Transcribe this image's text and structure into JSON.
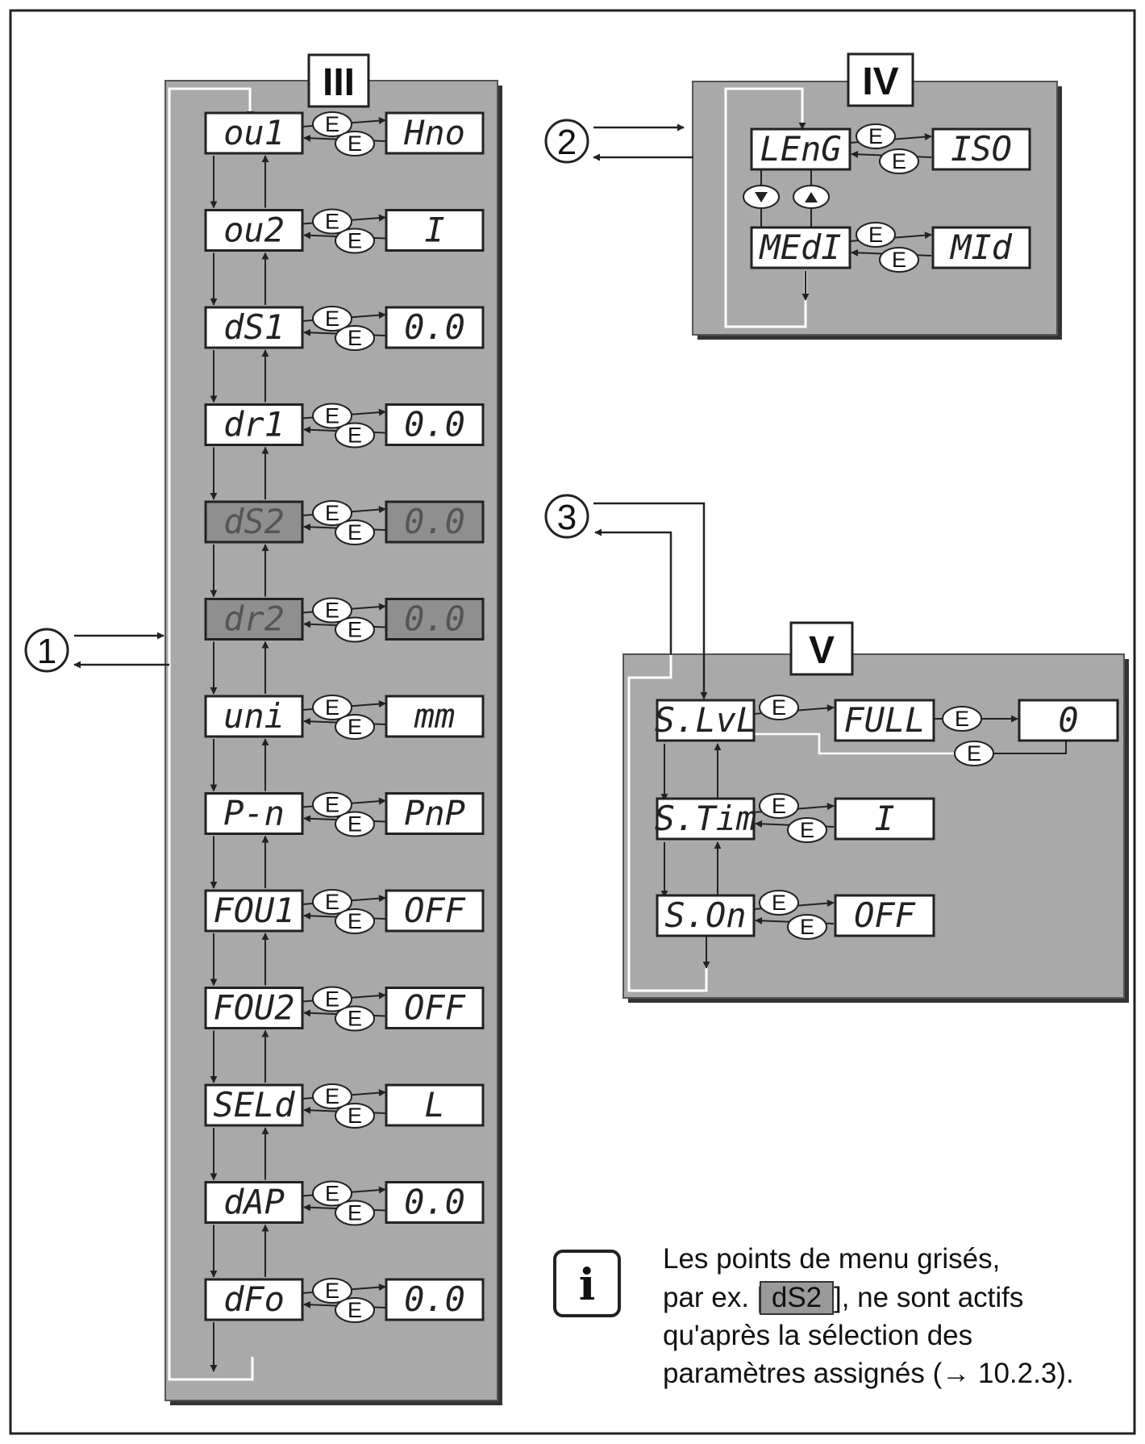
{
  "menu_III": {
    "label": "III",
    "params": [
      {
        "name": "ou1",
        "value": "Hno",
        "dim": false
      },
      {
        "name": "ou2",
        "value": "I",
        "dim": false
      },
      {
        "name": "dS1",
        "value": "0.0",
        "dim": false
      },
      {
        "name": "dr1",
        "value": "0.0",
        "dim": false
      },
      {
        "name": "dS2",
        "value": "0.0",
        "dim": true
      },
      {
        "name": "dr2",
        "value": "0.0",
        "dim": true
      },
      {
        "name": "uni",
        "value": "mm",
        "dim": false
      },
      {
        "name": "P-n",
        "value": "PnP",
        "dim": false
      },
      {
        "name": "FOU1",
        "value": "OFF",
        "dim": false
      },
      {
        "name": "FOU2",
        "value": "OFF",
        "dim": false
      },
      {
        "name": "SELd",
        "value": "L",
        "dim": false
      },
      {
        "name": "dAP",
        "value": "0.0",
        "dim": false
      },
      {
        "name": "dFo",
        "value": "0.0",
        "dim": false
      }
    ]
  },
  "menu_IV": {
    "label": "IV",
    "params": [
      {
        "name": "LEnG",
        "value": "ISO"
      },
      {
        "name": "MEdI",
        "value": "MId"
      }
    ]
  },
  "menu_V": {
    "label": "V",
    "params": [
      {
        "name": "S.LvL",
        "value": "FULL",
        "value2": "0"
      },
      {
        "name": "S.Tim",
        "value": "I"
      },
      {
        "name": "S.On",
        "value": "OFF"
      }
    ]
  },
  "button_label": "E",
  "entry_points": [
    "1",
    "2",
    "3"
  ],
  "note": {
    "line1": "Les points de menu grisés,",
    "line2_prefix": "par ex. [",
    "line2_highlight": "dS2",
    "line2_suffix": "], ne sont actifs",
    "line3": "qu'après la sélection des",
    "line4": "paramètres assignés (→ 10.2.3)."
  },
  "colors": {
    "panel": "#a9a9a9",
    "dim_box": "#8f8f8f",
    "frame": "#222222"
  }
}
